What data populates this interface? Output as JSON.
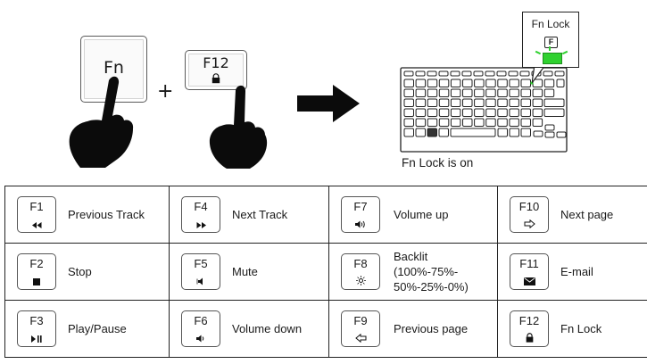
{
  "combo": {
    "fn_key_label": "Fn",
    "plus_sign": "+",
    "f12_key_label": "F12",
    "f12_icon": "fn-lock-icon",
    "hand_icon": "pointing-hand-icon",
    "arrow_icon": "right-arrow-icon"
  },
  "keyboard": {
    "callout_title": "Fn Lock",
    "callout_key_label": "F",
    "indicator_color": "#2fd12f",
    "caption": "Fn Lock is on"
  },
  "keys": [
    [
      {
        "key": "F1",
        "icon": "previous-track-icon",
        "label": "Previous Track"
      },
      {
        "key": "F4",
        "icon": "next-track-icon",
        "label": "Next Track"
      },
      {
        "key": "F7",
        "icon": "volume-up-icon",
        "label": "Volume up"
      },
      {
        "key": "F10",
        "icon": "next-page-icon",
        "label": "Next page"
      }
    ],
    [
      {
        "key": "F2",
        "icon": "stop-icon",
        "label": "Stop"
      },
      {
        "key": "F5",
        "icon": "mute-icon",
        "label": "Mute"
      },
      {
        "key": "F8",
        "icon": "backlight-icon",
        "label": "Backlit",
        "label2": "(100%-75%-",
        "label3": "50%-25%-0%)"
      },
      {
        "key": "F11",
        "icon": "email-icon",
        "label": "E-mail"
      }
    ],
    [
      {
        "key": "F3",
        "icon": "play-pause-icon",
        "label": "Play/Pause"
      },
      {
        "key": "F6",
        "icon": "volume-down-icon",
        "label": "Volume down"
      },
      {
        "key": "F9",
        "icon": "previous-page-icon",
        "label": "Previous page"
      },
      {
        "key": "F12",
        "icon": "fn-lock-icon",
        "label": "Fn Lock"
      }
    ]
  ]
}
